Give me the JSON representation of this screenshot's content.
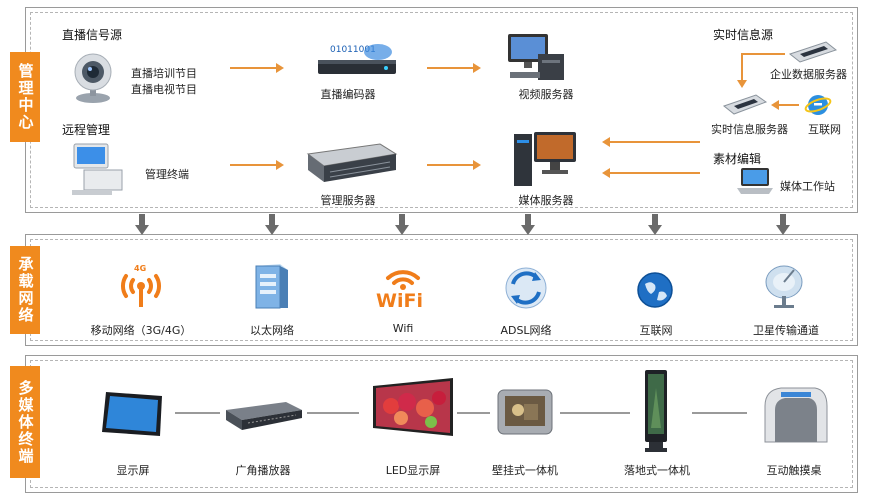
{
  "sections": {
    "management": "管理中心",
    "carrier": "承载网络",
    "terminal": "多媒体终端"
  },
  "management": {
    "live_source": "直播信号源",
    "live_items": [
      "直播培训节目",
      "直播电视节目"
    ],
    "live_encoder": "直播编码器",
    "encoder_bits": "01011001",
    "video_server": "视频服务器",
    "realtime_source": "实时信息源",
    "enterprise_server": "企业数据服务器",
    "realtime_server": "实时信息服务器",
    "internet": "互联网",
    "remote_mgmt": "远程管理",
    "mgmt_terminal": "管理终端",
    "mgmt_server": "管理服务器",
    "media_server": "媒体服务器",
    "material_edit": "素材编辑",
    "media_workstation": "媒体工作站"
  },
  "carrier": {
    "items": [
      "移动网络（3G/4G）",
      "以太网络",
      "Wifi",
      "ADSL网络",
      "互联网",
      "卫星传输通道"
    ],
    "mobile_badge": "4G",
    "wifi_logo": "WiFi"
  },
  "terminal": {
    "items": [
      "显示屏",
      "广角播放器",
      "LED显示屏",
      "壁挂式一体机",
      "落地式一体机",
      "互动触摸桌"
    ]
  },
  "colors": {
    "accent_orange": "#f08a1e",
    "arrow_orange": "#e8943a",
    "wifi_orange": "#f07d1a",
    "globe_blue": "#1f6fc4"
  }
}
